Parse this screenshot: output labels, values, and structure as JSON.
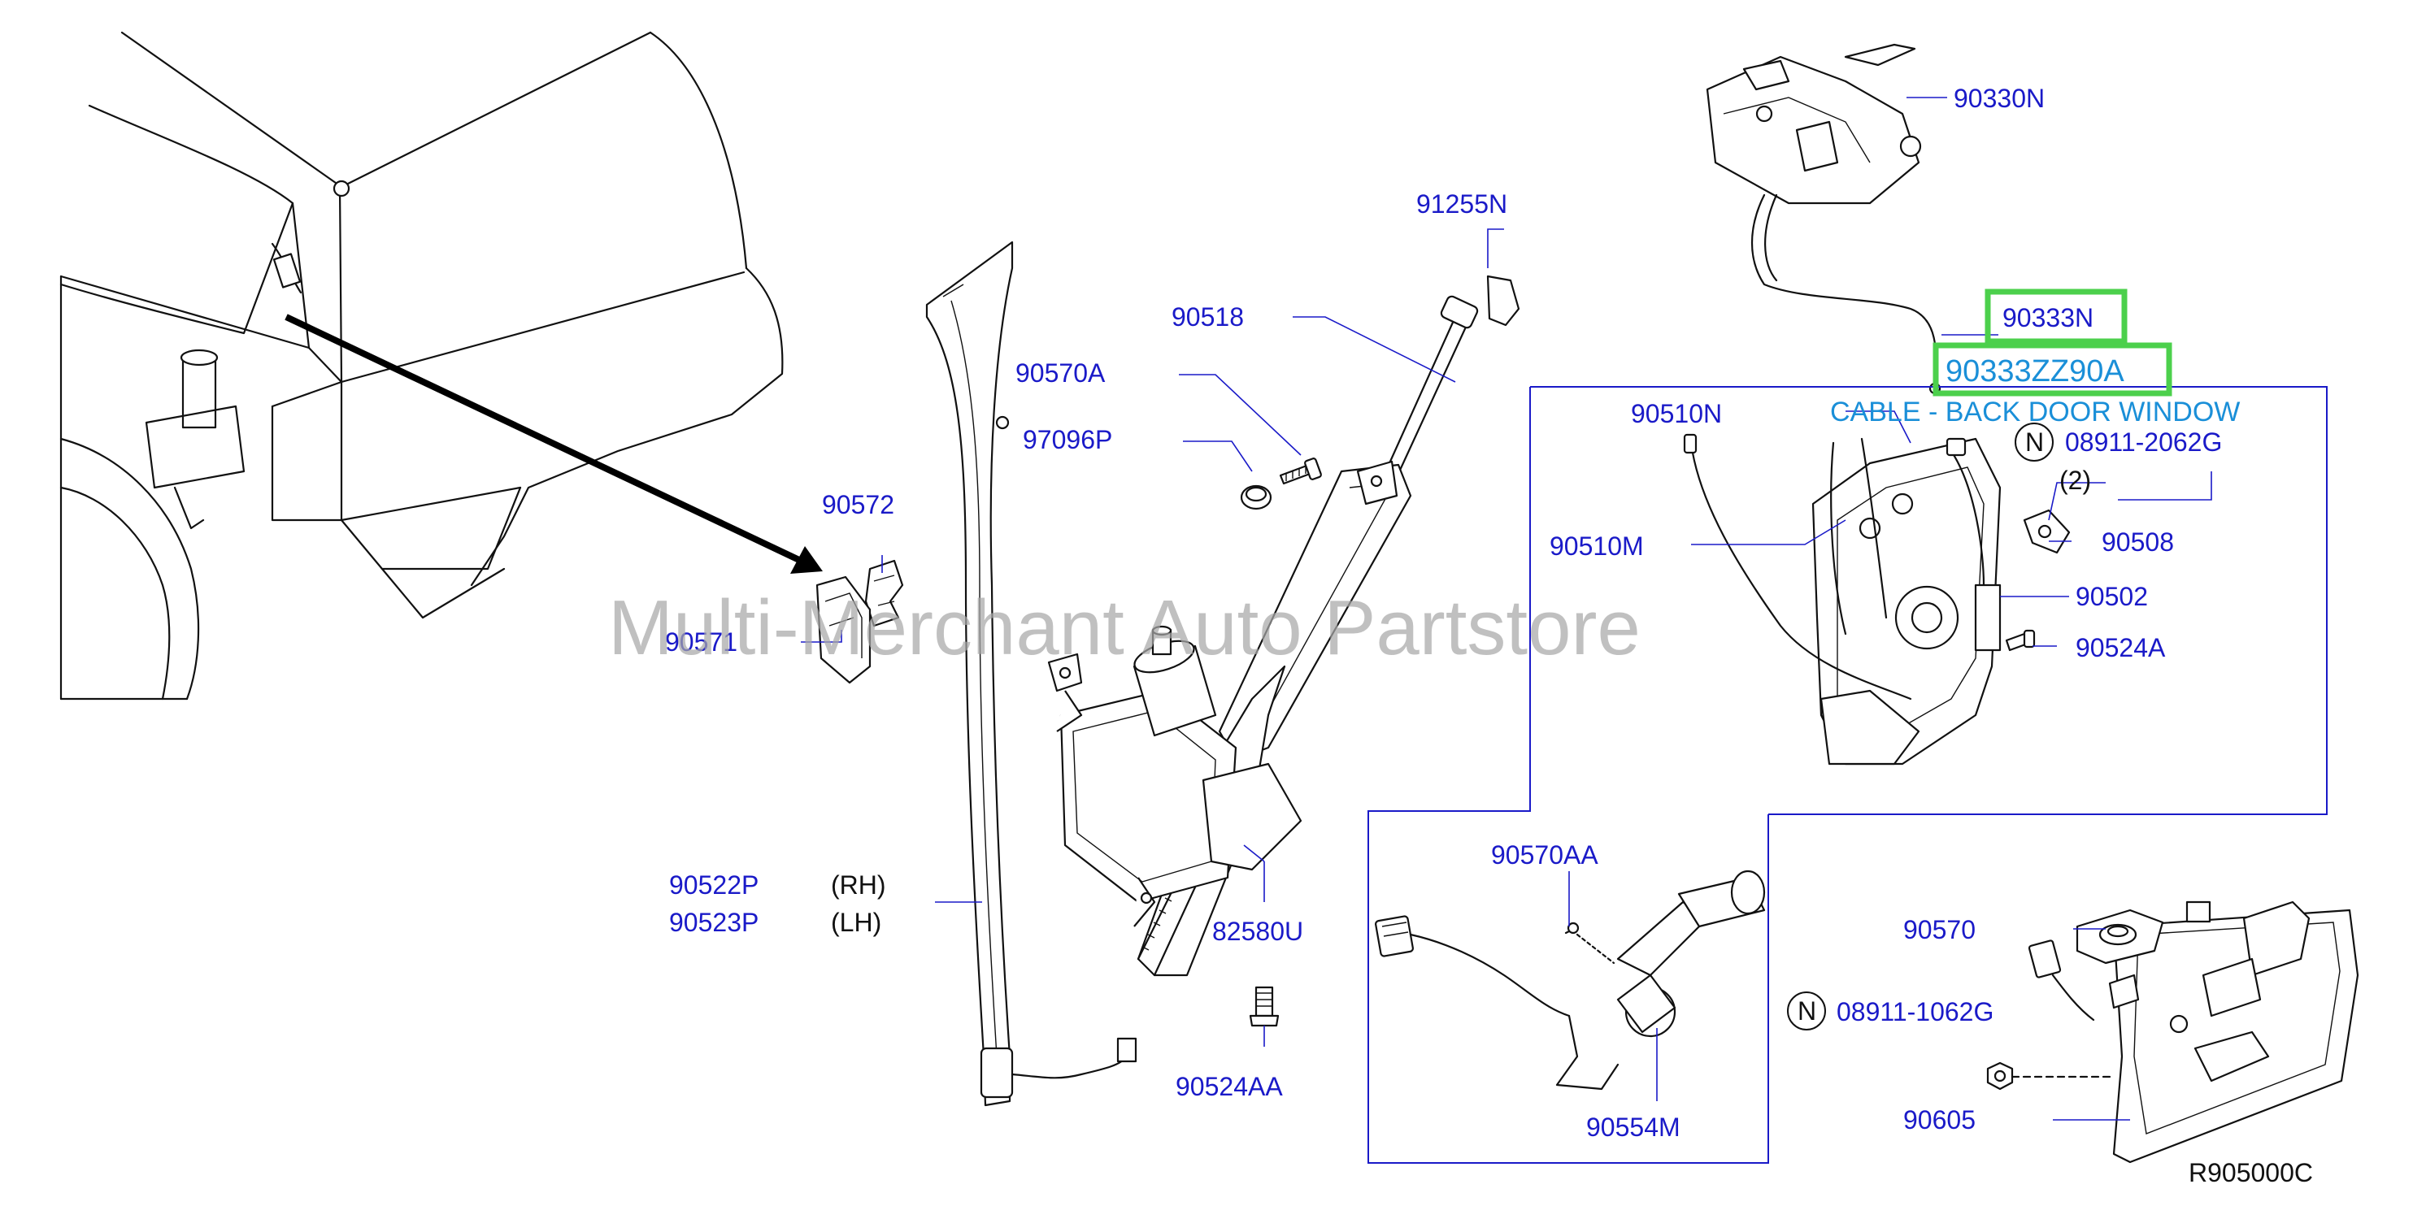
{
  "parts": {
    "p90330N": "90330N",
    "p91255N": "91255N",
    "p90333N": "90333N",
    "p90333ZZ90A": "90333ZZ90A",
    "cable_desc": "CABLE - BACK DOOR WINDOW",
    "p90518": "90518",
    "p90570A": "90570A",
    "p90510N": "90510N",
    "note_n1": "N",
    "p08911_2062G": "08911-2062G",
    "qty_2": "(2)",
    "p97096P": "97096P",
    "p90572": "90572",
    "p90510M": "90510M",
    "p90508": "90508",
    "p90502": "90502",
    "p90571": "90571",
    "p90524A": "90524A",
    "p90570AA": "90570AA",
    "p90522P": "90522P",
    "rh": "(RH)",
    "p90523P": "90523P",
    "lh": "(LH)",
    "p82580U": "82580U",
    "p90570": "90570",
    "note_n2": "N",
    "p08911_1062G": "08911-1062G",
    "p90524AA": "90524AA",
    "p90605": "90605",
    "p90554M": "90554M",
    "diagram_code": "R905000C"
  },
  "watermark": "Multi-Merchant Auto Partstore",
  "highlight_color": "#4cd04c",
  "label_color": "#1a1ac8"
}
